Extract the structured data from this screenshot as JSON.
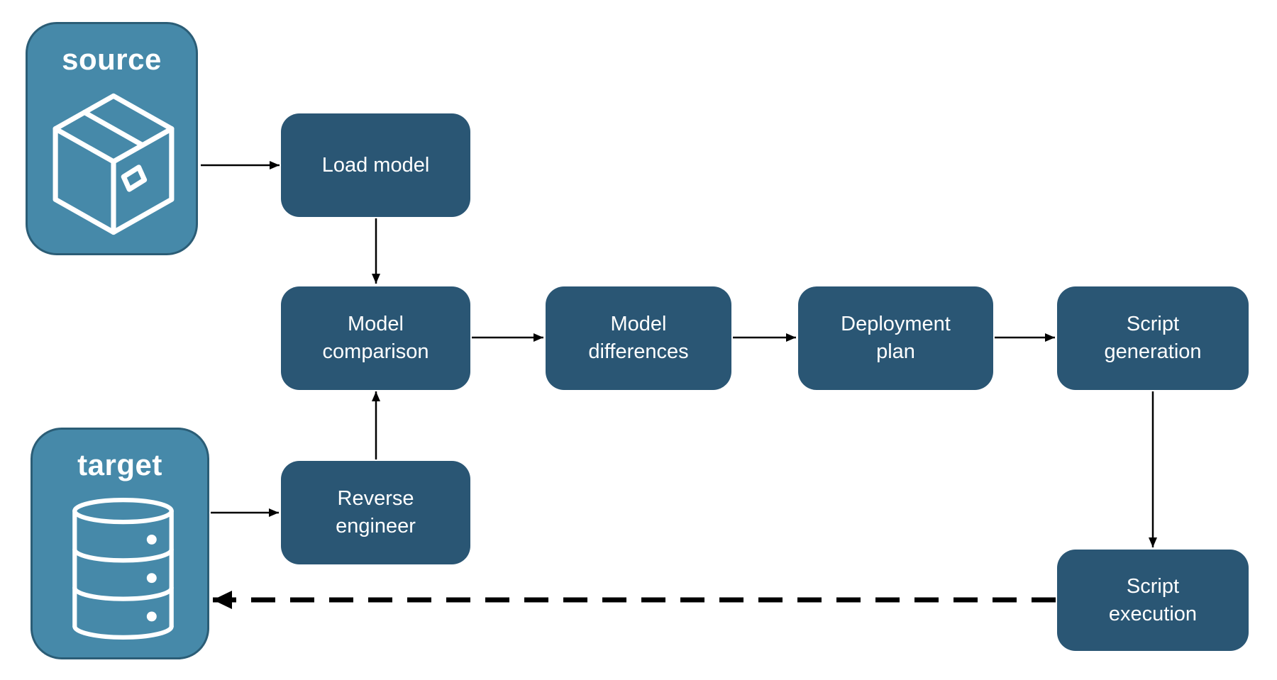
{
  "diagram": {
    "source": {
      "label": "source",
      "icon": "package-icon"
    },
    "target": {
      "label": "target",
      "icon": "database-icon"
    },
    "nodes": {
      "load_model": "Load model",
      "model_comparison": "Model\ncomparison",
      "model_differences": "Model\ndifferences",
      "deployment_plan": "Deployment\nplan",
      "script_generation": "Script\ngeneration",
      "reverse_engineer": "Reverse\nengineer",
      "script_execution": "Script\nexecution"
    },
    "edges": [
      {
        "from": "source",
        "to": "load_model",
        "style": "solid"
      },
      {
        "from": "load_model",
        "to": "model_comparison",
        "style": "solid"
      },
      {
        "from": "model_comparison",
        "to": "model_differences",
        "style": "solid"
      },
      {
        "from": "model_differences",
        "to": "deployment_plan",
        "style": "solid"
      },
      {
        "from": "deployment_plan",
        "to": "script_generation",
        "style": "solid"
      },
      {
        "from": "script_generation",
        "to": "script_execution",
        "style": "solid"
      },
      {
        "from": "target",
        "to": "reverse_engineer",
        "style": "solid"
      },
      {
        "from": "reverse_engineer",
        "to": "model_comparison",
        "style": "solid"
      },
      {
        "from": "script_execution",
        "to": "target",
        "style": "dashed"
      }
    ],
    "colors": {
      "node_fill": "#2A5674",
      "container_fill": "#4689A9",
      "container_border": "#2B5D76",
      "arrow_color": "#000000",
      "text_color": "#FFFFFF"
    }
  }
}
